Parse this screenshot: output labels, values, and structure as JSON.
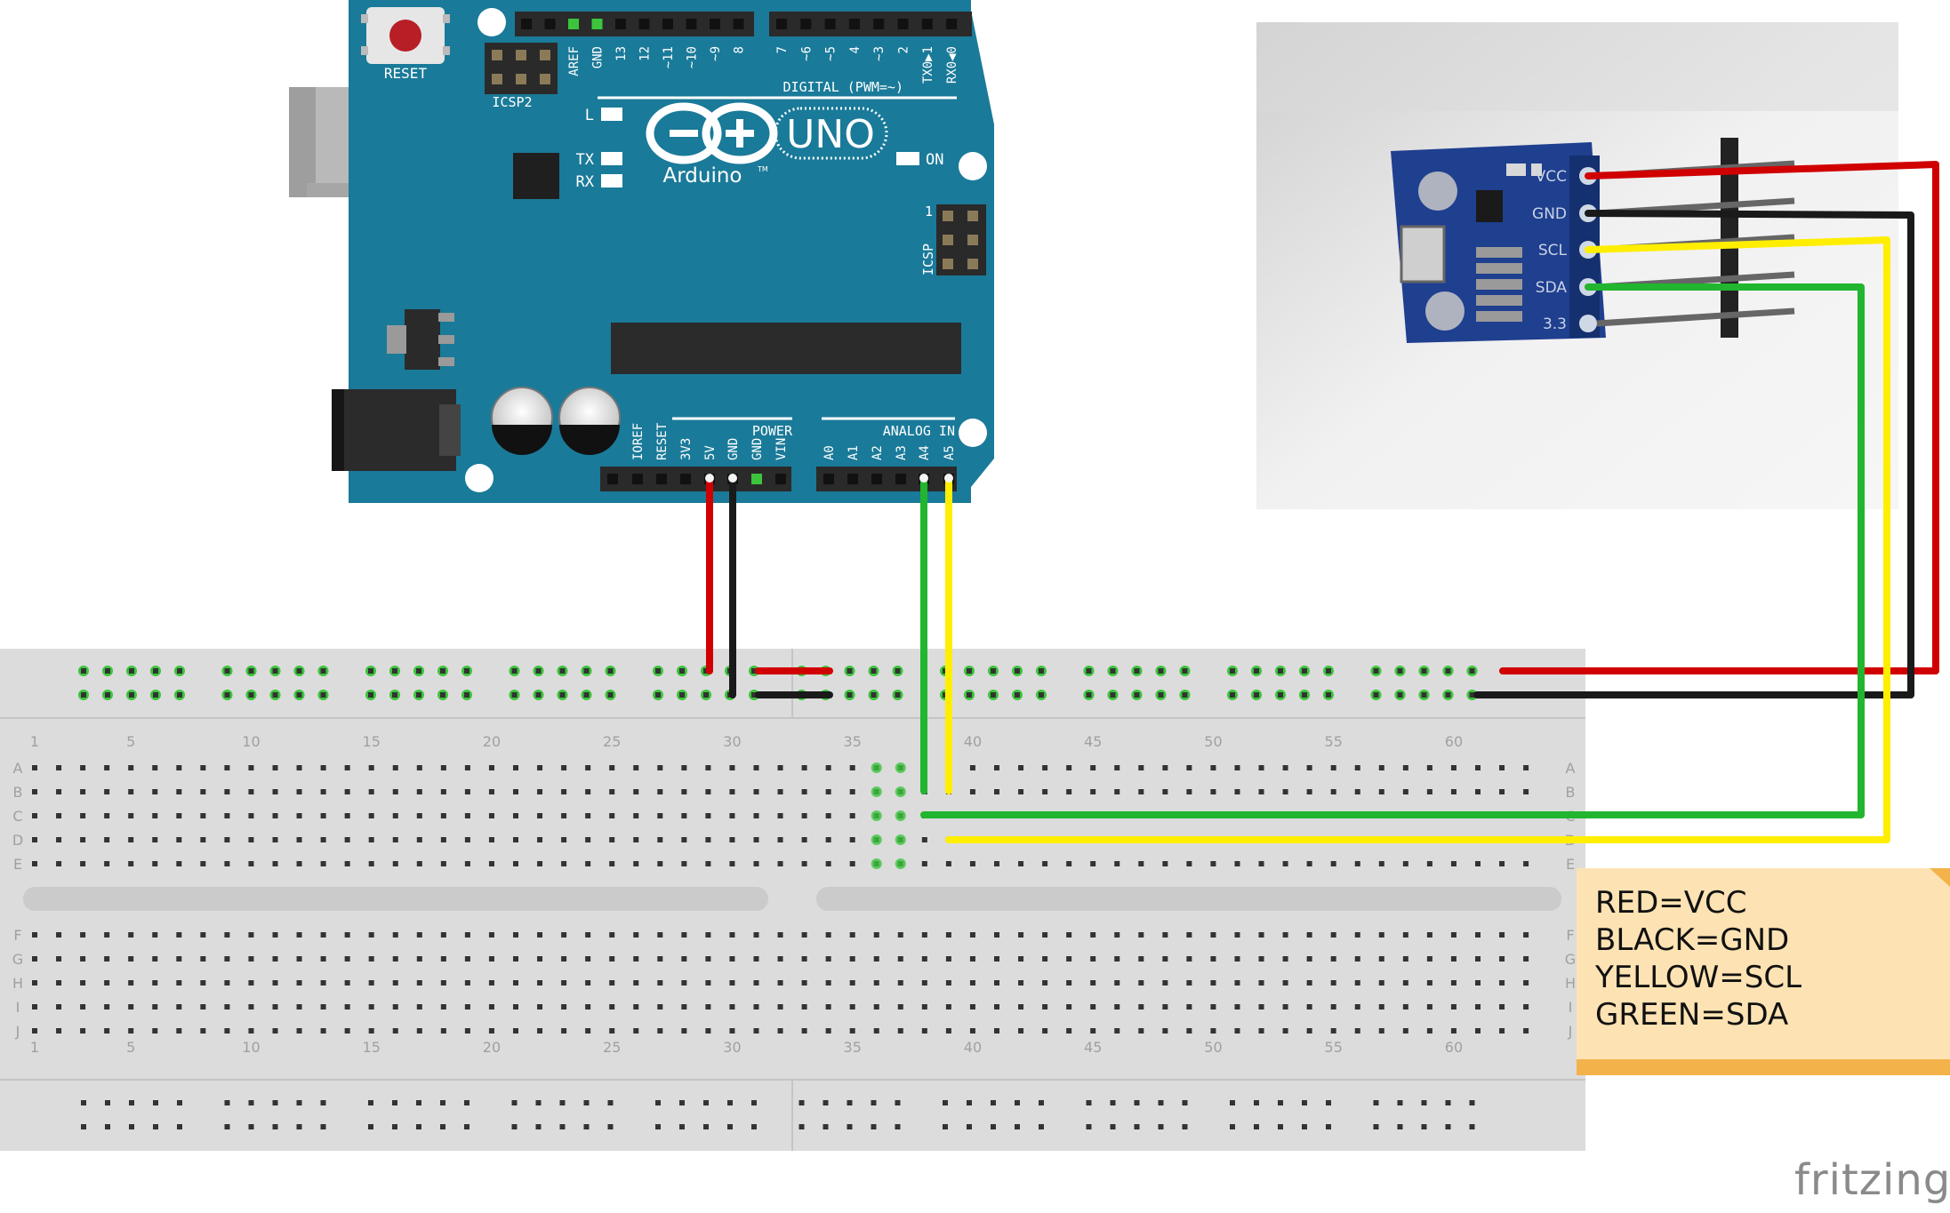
{
  "arduino": {
    "reset_label": "RESET",
    "icsp2_label": "ICSP2",
    "icsp_label": "ICSP",
    "icsp_pin1": "1",
    "l_label": "L",
    "tx_label": "TX",
    "rx_label": "RX",
    "on_label": "ON",
    "logo_text": "Arduino",
    "tm": "TM",
    "uno_text": "UNO",
    "digital_label": "DIGITAL (PWM=~)",
    "power_label": "POWER",
    "analog_label": "ANALOG IN",
    "top_header_pins": [
      "AREF",
      "GND",
      "13",
      "12",
      "~11",
      "~10",
      "~9",
      "8",
      "7",
      "~6",
      "~5",
      "4",
      "~3",
      "2",
      "TX0▶1",
      "RX0◀0"
    ],
    "power_pins": [
      "IOREF",
      "RESET",
      "3V3",
      "5V",
      "GND",
      "GND",
      "VIN"
    ],
    "analog_pins": [
      "A0",
      "A1",
      "A2",
      "A3",
      "A4",
      "A5"
    ]
  },
  "sensor": {
    "pin_labels": [
      "VCC",
      "GND",
      "SCL",
      "SDA",
      "3.3"
    ]
  },
  "breadboard": {
    "column_numbers": [
      "1",
      "5",
      "10",
      "15",
      "20",
      "25",
      "30",
      "35",
      "40",
      "45",
      "50",
      "55",
      "60"
    ],
    "rows_top": [
      "A",
      "B",
      "C",
      "D",
      "E"
    ],
    "rows_bottom": [
      "F",
      "G",
      "H",
      "I",
      "J"
    ]
  },
  "note": {
    "lines": [
      "RED=VCC",
      "BLACK=GND",
      "YELLOW=SCL",
      "GREEN=SDA"
    ]
  },
  "watermark": "fritzing",
  "colors": {
    "board_teal": "#1a7a99",
    "wire_red": "#d10000",
    "wire_black": "#1a1a1a",
    "wire_yellow": "#ffee00",
    "wire_green": "#22b52f",
    "breadboard": "#dcdcdc",
    "note_bg": "#fde3b3"
  }
}
